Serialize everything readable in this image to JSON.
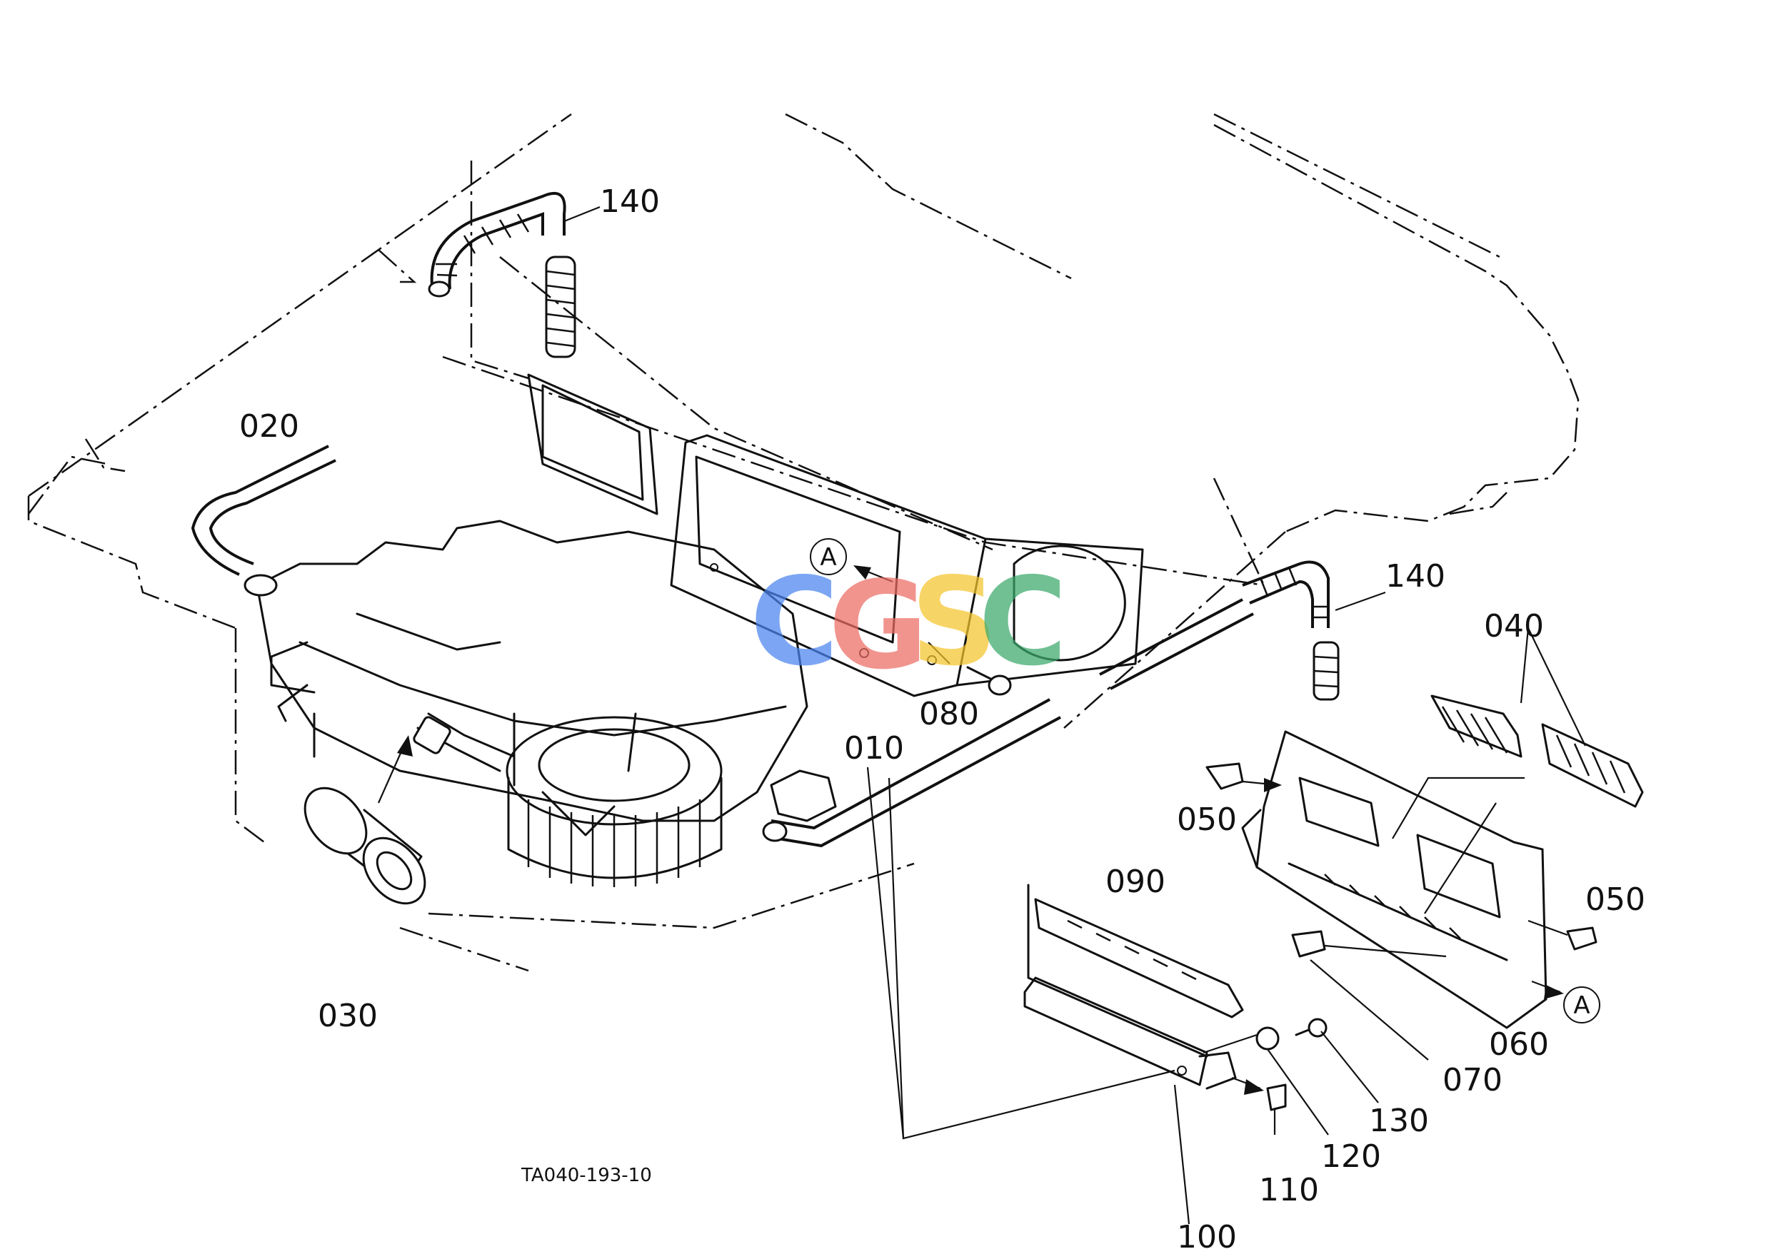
{
  "diagram": {
    "drawing_ref": "TA040-193-10",
    "callouts": {
      "p010": "010",
      "p020": "020",
      "p030": "030",
      "p040": "040",
      "p050_left": "050",
      "p050_right": "050",
      "p060": "060",
      "p070": "070",
      "p080": "080",
      "p090": "090",
      "p100": "100",
      "p110": "110",
      "p120": "120",
      "p130": "130",
      "p140_top": "140",
      "p140_right": "140"
    },
    "view_marker_letter": "A",
    "watermark": {
      "letters": [
        "C",
        "G",
        "S",
        "C"
      ],
      "colors": [
        "#4a84ef",
        "#ec6c64",
        "#f4c42c",
        "#3aa86c"
      ]
    }
  }
}
